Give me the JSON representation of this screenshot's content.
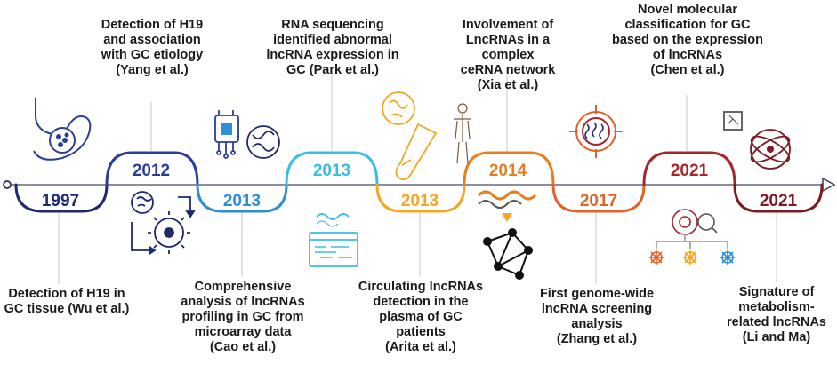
{
  "milestones": [
    {
      "year": "1997",
      "color": "#1f2a6e",
      "text": "Detection of H19 in\nGC tissue (Wu et al.)"
    },
    {
      "year": "2012",
      "color": "#2a3d9a",
      "text": "Detection of H19\nand association\nwith GC etiology\n(Yang et al.)"
    },
    {
      "year": "2013",
      "color": "#2f8fd0",
      "text": "Comprehensive\nanalysis of lncRNAs\nprofiling in GC from\nmicroarray data\n(Cao et al.)"
    },
    {
      "year": "2013",
      "color": "#38bfe0",
      "text": "RNA sequencing\nidentified abnormal\nlncRNA expression in\nGC (Park et al.)"
    },
    {
      "year": "2013",
      "color": "#f5a623",
      "text": "Circulating lncRNAs\ndetection in the\nplasma of GC\npatients\n(Arita et al.)"
    },
    {
      "year": "2014",
      "color": "#e87e1c",
      "text": "Involvement of\nLncRNAs in a complex\nceRNA network\n(Xia et al.)"
    },
    {
      "year": "2017",
      "color": "#e0642a",
      "text": "First genome-wide\nlncRNA screening\nanalysis\n(Zhang et al.)"
    },
    {
      "year": "2021",
      "color": "#a8262b",
      "text": "Novel molecular\nclassification for GC\nbased on the expression\nof lncRNAs\n(Chen et al.)"
    },
    {
      "year": "2021",
      "color": "#7a1c22",
      "text": "Signature of\nmetabolism-\nrelated lncRNAs\n(Li and Ma)"
    }
  ],
  "colors": {
    "line": "#3a3f5c",
    "leader": "#c8c8c8",
    "axis": "#8a8fa0"
  },
  "icons": [
    "stomach-icon",
    "cell-signaling-icon",
    "chip-dna-icon",
    "sequencing-screen-icon",
    "blood-tube-human-icon",
    "rna-network-icon",
    "genome-target-icon",
    "classification-cells-icon",
    "metabolism-atom-icon"
  ]
}
